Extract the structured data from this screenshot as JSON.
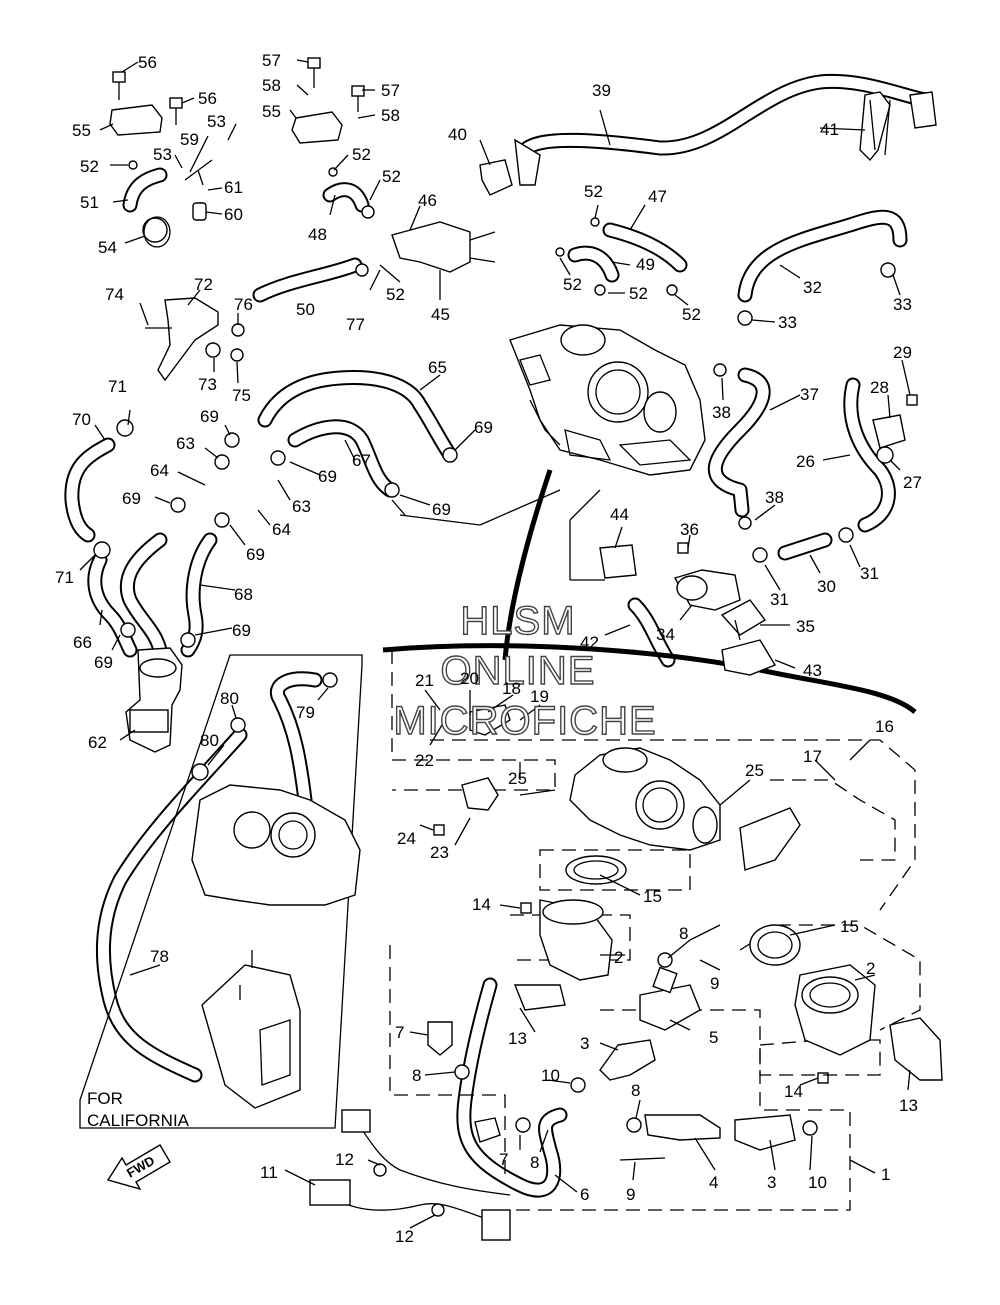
{
  "watermark": [
    "HLSM",
    "ONLINE",
    "MICROFICHE"
  ],
  "california_note": [
    "FOR",
    "CALIFORNIA"
  ],
  "fwd_label": "FWD",
  "part_numbers": [
    "1",
    "2",
    "3",
    "4",
    "5",
    "6",
    "7",
    "8",
    "9",
    "10",
    "11",
    "12",
    "13",
    "14",
    "15",
    "16",
    "17",
    "18",
    "19",
    "20",
    "21",
    "22",
    "23",
    "24",
    "25",
    "26",
    "27",
    "28",
    "29",
    "30",
    "31",
    "32",
    "33",
    "34",
    "35",
    "36",
    "37",
    "38",
    "39",
    "40",
    "41",
    "42",
    "43",
    "44",
    "45",
    "46",
    "47",
    "48",
    "49",
    "50",
    "51",
    "52",
    "53",
    "54",
    "55",
    "56",
    "57",
    "58",
    "59",
    "60",
    "61",
    "62",
    "63",
    "64",
    "65",
    "66",
    "67",
    "68",
    "69",
    "70",
    "71",
    "72",
    "73",
    "74",
    "75",
    "76",
    "77",
    "78",
    "79",
    "80"
  ]
}
